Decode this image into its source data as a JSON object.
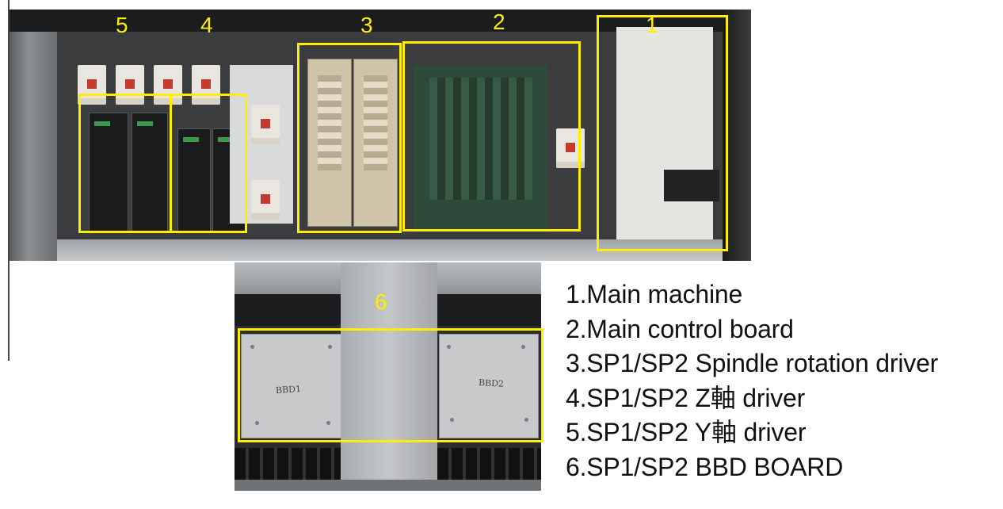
{
  "callouts": {
    "c1": "1",
    "c2": "2",
    "c3": "3",
    "c4": "4",
    "c5": "5",
    "c6": "6"
  },
  "handwriting": {
    "left_panel": "BBD1",
    "right_panel": "BBD2"
  },
  "legend": {
    "items": [
      "1.Main machine",
      "2.Main control board",
      "3.SP1/SP2 Spindle rotation driver",
      "4.SP1/SP2 Z軸 driver",
      "5.SP1/SP2 Y軸 driver",
      "6.SP1/SP2 BBD BOARD"
    ]
  },
  "colors": {
    "callout": "#ffee00",
    "legend_text": "#111111"
  }
}
